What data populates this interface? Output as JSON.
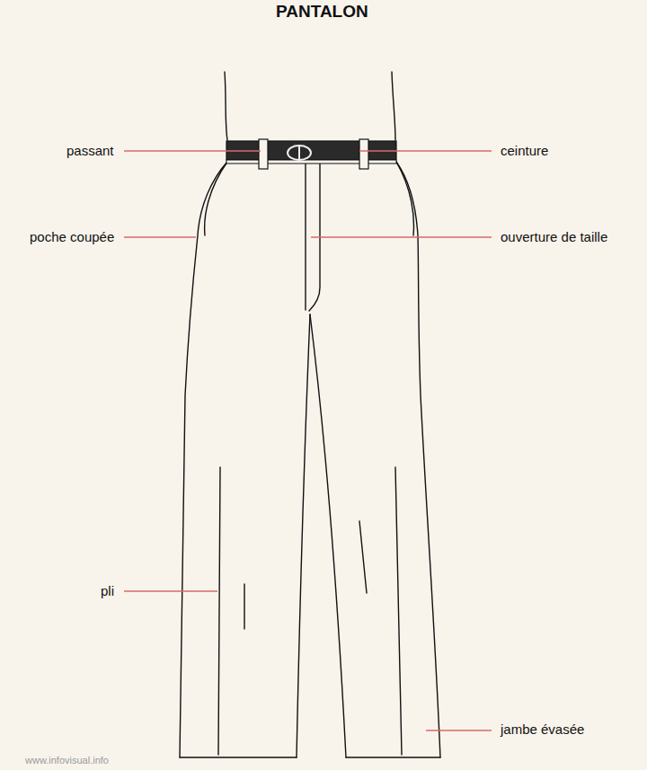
{
  "diagram": {
    "title": "PANTALON",
    "labels": [
      "passant",
      "ceinture",
      "poche coupée",
      "ouverture de taille",
      "pli",
      "jambe évasée",
      "www.infovisual.info"
    ]
  }
}
